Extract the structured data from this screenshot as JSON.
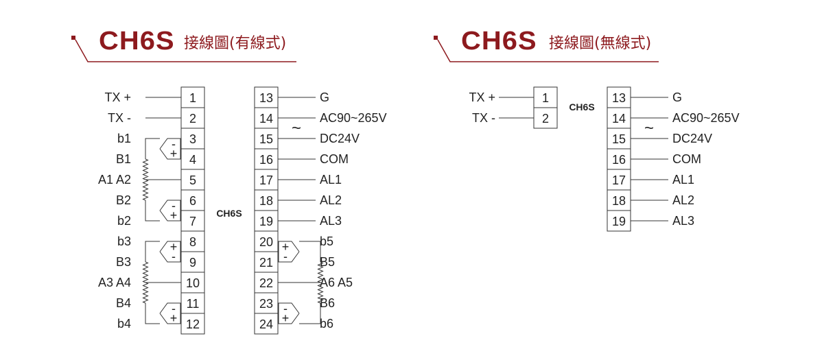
{
  "header_left": {
    "model": "CH6S",
    "subtitle": "接線圖(有線式)"
  },
  "header_right": {
    "model": "CH6S",
    "subtitle": "接線圖(無線式)"
  },
  "left_diagram": {
    "device_label": "CH6S",
    "left_block": [
      "1",
      "2",
      "3",
      "4",
      "5",
      "6",
      "7",
      "8",
      "9",
      "10",
      "11",
      "12"
    ],
    "left_labels": [
      "TX +",
      "TX -",
      "b1",
      "B1",
      "A1 A2",
      "B2",
      "b2",
      "b3",
      "B3",
      "A3 A4",
      "B4",
      "b4"
    ],
    "right_block": [
      "13",
      "14",
      "15",
      "16",
      "17",
      "18",
      "19",
      "20",
      "21",
      "22",
      "23",
      "24"
    ],
    "right_labels": [
      "G",
      "AC90~265V",
      "DC24V",
      "COM",
      "AL1",
      "AL2",
      "AL3",
      "b5",
      "B5",
      "A6 A5",
      "B6",
      "b6"
    ],
    "tilde": "~"
  },
  "right_diagram": {
    "device_label": "CH6S",
    "left_block": [
      "1",
      "2"
    ],
    "left_labels": [
      "TX +",
      "TX -"
    ],
    "right_block": [
      "13",
      "14",
      "15",
      "16",
      "17",
      "18",
      "19"
    ],
    "right_labels": [
      "G",
      "AC90~265V",
      "DC24V",
      "COM",
      "AL1",
      "AL2",
      "AL3"
    ],
    "tilde": "~"
  },
  "polarity": {
    "plus": "+",
    "minus": "-"
  },
  "colors": {
    "accent": "#8d1a1e",
    "line": "#333333"
  }
}
